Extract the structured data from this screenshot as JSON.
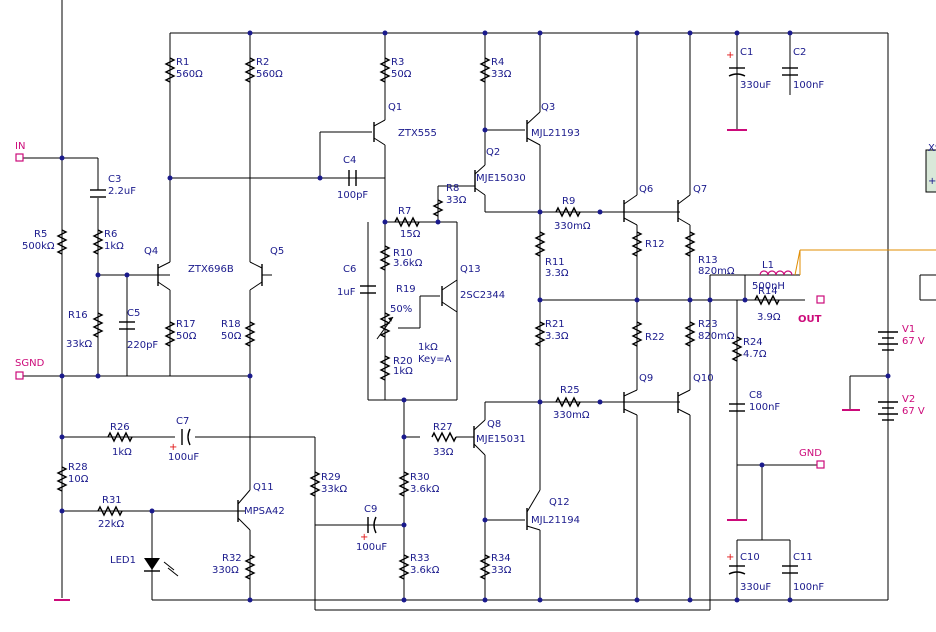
{
  "ports": {
    "in": "IN",
    "sgnd": "SGND",
    "gnd": "GND",
    "out": "OUT",
    "xsc": "XS"
  },
  "polarity": "+",
  "resistors": {
    "r1": [
      "R1",
      "560Ω"
    ],
    "r2": [
      "R2",
      "560Ω"
    ],
    "r3": [
      "R3",
      "50Ω"
    ],
    "r4": [
      "R4",
      "33Ω"
    ],
    "r5": [
      "R5",
      "500kΩ"
    ],
    "r6": [
      "R6",
      "1kΩ"
    ],
    "r7": [
      "R7",
      "15Ω"
    ],
    "r8": [
      "R8",
      "33Ω"
    ],
    "r9": [
      "R9",
      "330mΩ"
    ],
    "r10": [
      "R10",
      "3.6kΩ"
    ],
    "r11": [
      "R11",
      "3.3Ω"
    ],
    "r12": [
      "R12",
      ""
    ],
    "r13": [
      "R13",
      "820mΩ"
    ],
    "r14": [
      "R14",
      "3.9Ω"
    ],
    "r16": [
      "R16",
      "33kΩ"
    ],
    "r17": [
      "R17",
      "50Ω"
    ],
    "r18": [
      "R18",
      "50Ω"
    ],
    "r20": [
      "R20",
      "1kΩ"
    ],
    "r21": [
      "R21",
      "3.3Ω"
    ],
    "r22": [
      "R22",
      ""
    ],
    "r23": [
      "R23",
      "820mΩ"
    ],
    "r24": [
      "R24",
      "4.7Ω"
    ],
    "r25": [
      "R25",
      "330mΩ"
    ],
    "r26": [
      "R26",
      "1kΩ"
    ],
    "r27": [
      "R27",
      "33Ω"
    ],
    "r28": [
      "R28",
      "10Ω"
    ],
    "r29": [
      "R29",
      "33kΩ"
    ],
    "r30": [
      "R30",
      "3.6kΩ"
    ],
    "r31": [
      "R31",
      "22kΩ"
    ],
    "r32": [
      "R32",
      "330Ω"
    ],
    "r33": [
      "R33",
      "3.6kΩ"
    ],
    "r34": [
      "R34",
      "33Ω"
    ]
  },
  "capacitors": {
    "c1": [
      "C1",
      "330uF"
    ],
    "c2": [
      "C2",
      "100nF"
    ],
    "c3": [
      "C3",
      "2.2uF"
    ],
    "c4": [
      "C4",
      "100pF"
    ],
    "c5": [
      "C5",
      "220pF"
    ],
    "c6": [
      "C6",
      "1uF"
    ],
    "c7": [
      "C7",
      "100uF"
    ],
    "c8": [
      "C8",
      "100nF"
    ],
    "c9": [
      "C9",
      "100uF"
    ],
    "c10": [
      "C10",
      "330uF"
    ],
    "c11": [
      "C11",
      "100nF"
    ]
  },
  "transistors": {
    "q1": [
      "Q1",
      "ZTX555"
    ],
    "q2": [
      "Q2",
      "MJE15030"
    ],
    "q3": [
      "Q3",
      "MJL21193"
    ],
    "q4": [
      "Q4",
      "ZTX696B"
    ],
    "q5": [
      "Q5",
      ""
    ],
    "q6": [
      "Q6",
      ""
    ],
    "q7": [
      "Q7",
      ""
    ],
    "q8": [
      "Q8",
      "MJE15031"
    ],
    "q9": [
      "Q9",
      ""
    ],
    "q10": [
      "Q10",
      ""
    ],
    "q11": [
      "Q11",
      "MPSA42"
    ],
    "q12": [
      "Q12",
      "MJL21194"
    ],
    "q13": [
      "Q13",
      "2SC2344"
    ]
  },
  "pot": {
    "name": "R19",
    "percent": "50%",
    "value": "1kΩ",
    "key": "Key=A"
  },
  "inductor": {
    "name": "L1",
    "value": "500nH"
  },
  "led": {
    "name": "LED1"
  },
  "sources": {
    "v1": [
      "V1",
      "67 V"
    ],
    "v2": [
      "V2",
      "67 V"
    ]
  }
}
